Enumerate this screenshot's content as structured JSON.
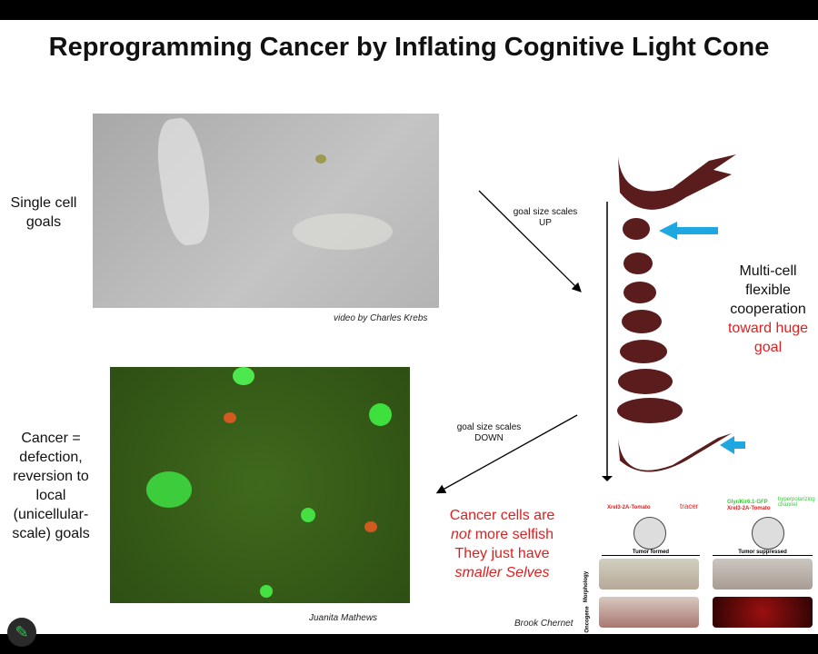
{
  "title": "Reprogramming Cancer by Inflating Cognitive Light Cone",
  "left_top_label": "Single cell goals",
  "left_bottom_label": "Cancer = defection, reversion to local (unicellular-scale) goals",
  "caption_video": "video by Charles Krebs",
  "caption_fluor": "Juanita Mathews",
  "caption_brook": "Brook Chernet",
  "arrow_up_label": "goal size scales UP",
  "arrow_down_label": "goal size scales DOWN",
  "multi_cell": {
    "line1": "Multi-cell flexible cooperation",
    "line2": "toward huge goal"
  },
  "cancer_cells": {
    "l1": "Cancer cells are",
    "l2a": "not",
    "l2b": " more selfish",
    "l3": "They just have",
    "l4": "smaller Selves"
  },
  "figure": {
    "construct_left": "Xrel3-2A-Tomato",
    "tracer": "tracer",
    "construct_right_green": "Glyr/Kir6.1-GFP",
    "construct_right_red": "Xrel3-2A-Tomato",
    "green_note": "hyperpolarizing channel",
    "tumor_formed": "Tumor formed",
    "tumor_suppressed": "Tumor suppressed",
    "row1": "Morphology",
    "row2": "Oncogene"
  },
  "colors": {
    "accent_red": "#e02020",
    "arrow_blue": "#1ea7e0",
    "limb": "#5a1c1c"
  }
}
